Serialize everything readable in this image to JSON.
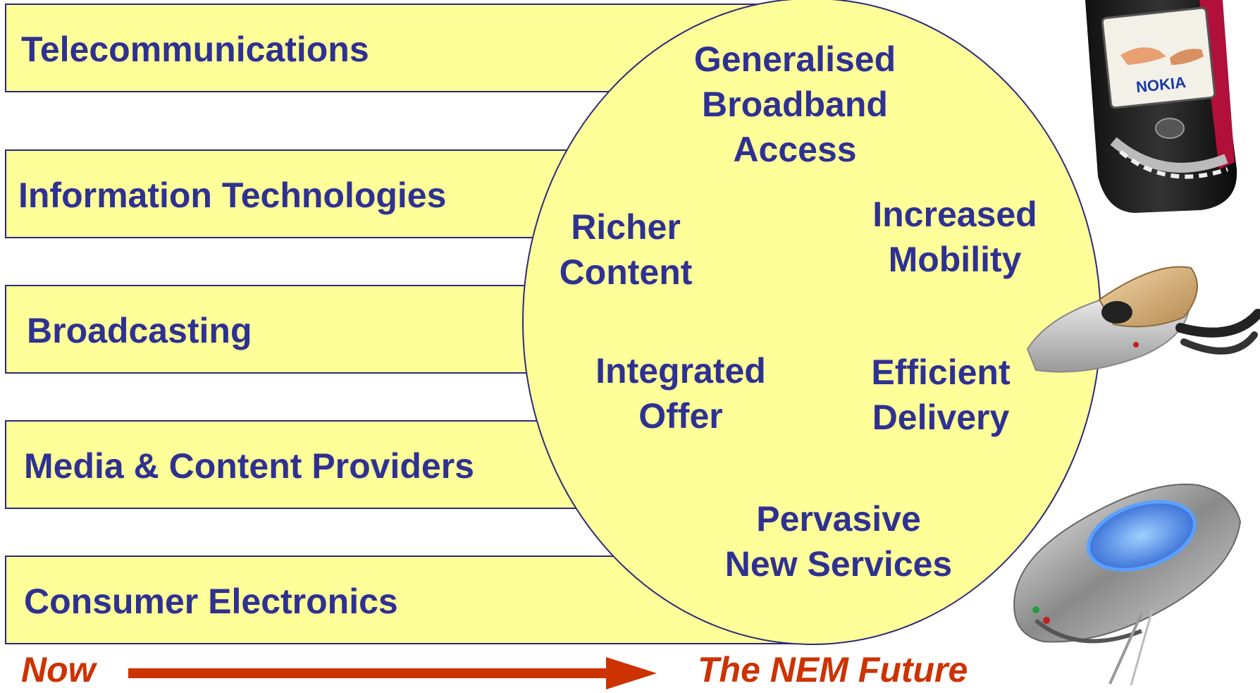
{
  "sectors": [
    {
      "label": "Telecommunications"
    },
    {
      "label": "Information Technologies"
    },
    {
      "label": "Broadcasting"
    },
    {
      "label": "Media & Content Providers"
    },
    {
      "label": "Consumer Electronics"
    }
  ],
  "circle_items": [
    {
      "lines": [
        "Generalised",
        "Broadband",
        "Access"
      ]
    },
    {
      "lines": [
        "Richer",
        "Content"
      ]
    },
    {
      "lines": [
        "Increased",
        "Mobility"
      ]
    },
    {
      "lines": [
        "Integrated",
        "Offer"
      ]
    },
    {
      "lines": [
        "Efficient",
        "Delivery"
      ]
    },
    {
      "lines": [
        "Pervasive",
        "New Services"
      ]
    }
  ],
  "timeline": {
    "start_label": "Now",
    "end_label": "The NEM Future"
  },
  "devices": {
    "phone_brand": "NOKIA"
  },
  "colors": {
    "fill": "#ffff99",
    "text": "#2e3192",
    "outline": "#2a2a7a",
    "accent": "#cc3300"
  }
}
